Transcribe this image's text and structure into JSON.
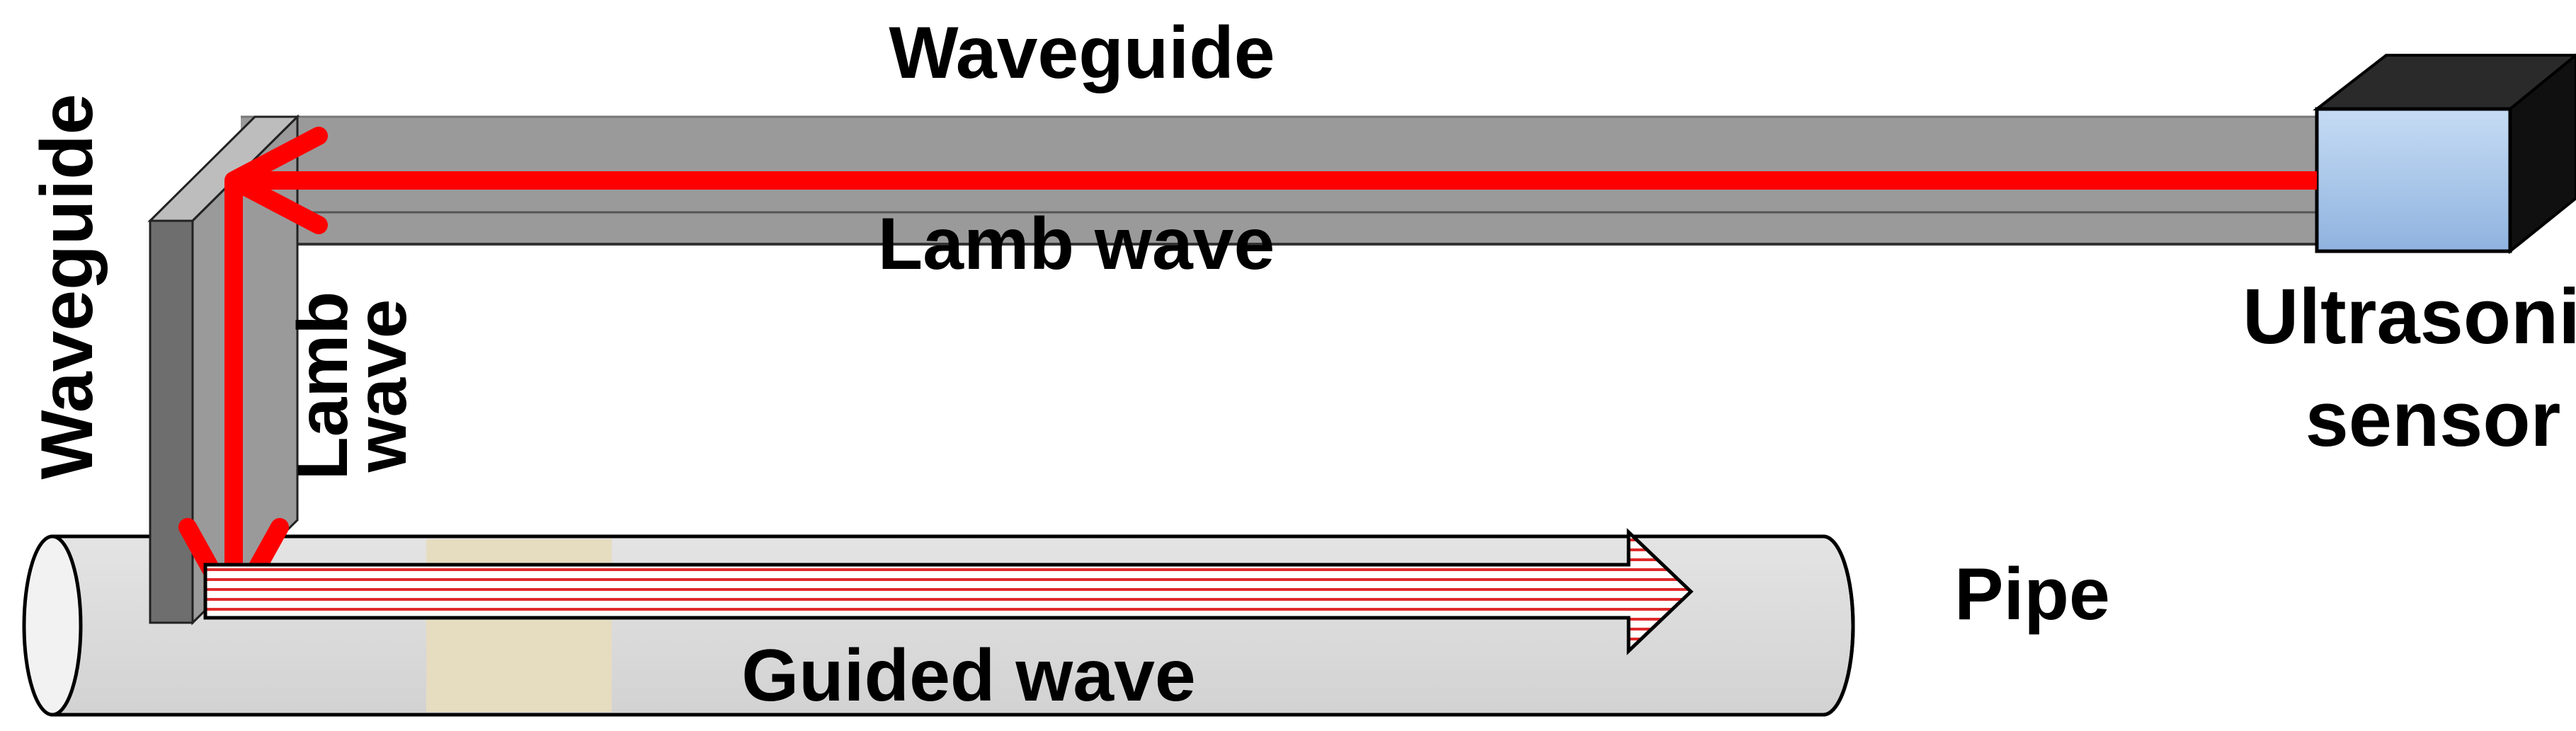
{
  "labels": {
    "waveguide_top": "Waveguide",
    "lamb_wave_horizontal": "Lamb wave",
    "waveguide_vertical": "Waveguide",
    "lamb_wave_vertical_line1": "Lamb",
    "lamb_wave_vertical_line2": "wave",
    "ultrasonic_sensor_line1": "Ultrasonic",
    "ultrasonic_sensor_line2": "sensor",
    "pipe": "Pipe",
    "guided_wave": "Guided wave"
  },
  "colors": {
    "waveguide_front": "#9a9a9a",
    "waveguide_top_face": "#c4c4c4",
    "waveguide_dark_face": "#6e6e6e",
    "wave_arrow": "#ff0000",
    "pipe_fill": "#d9d9d9",
    "pipe_band": "#e6dcc0",
    "sensor_front": "#a9c7ea",
    "sensor_top": "#222222",
    "sensor_side": "#111111",
    "guided_arrow_stripe": "#e23030"
  },
  "icons": {
    "sensor": "cube-icon",
    "wave_direction": "arrow-icon"
  }
}
